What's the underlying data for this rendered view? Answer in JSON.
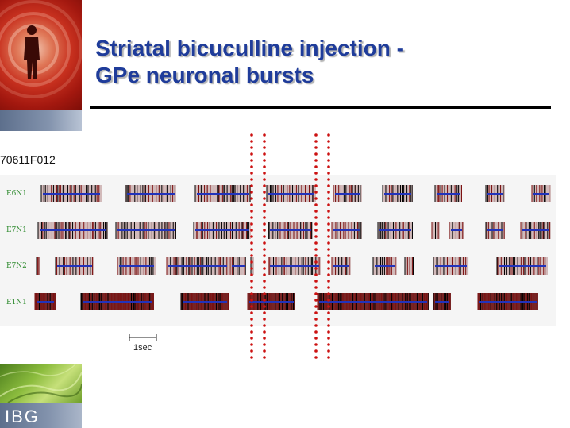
{
  "title": {
    "line1": "Striatal bicuculline injection -",
    "line2": "GPe neuronal bursts"
  },
  "recording_id": "70611F012",
  "scale_label": "1sec",
  "logo_text": "IBG",
  "rows": [
    {
      "label": "E6N1"
    },
    {
      "label": "E7N1"
    },
    {
      "label": "E7N2"
    },
    {
      "label": "E1N1"
    }
  ],
  "colors": {
    "title": "#1f3c9a",
    "spike": "#000000",
    "burst_fill": "#6a0d0d",
    "burst_line": "#2233bb",
    "marker_dots": "#cc1111",
    "row_label": "#2d8a2d"
  },
  "icons": {
    "top_logo": "human-figure-icon",
    "bottom_logo": "leaf-texture-icon"
  }
}
